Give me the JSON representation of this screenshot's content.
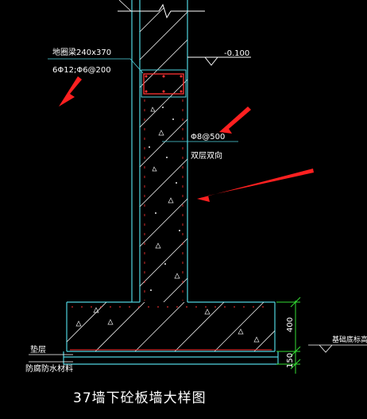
{
  "labels": {
    "ring_beam": "地圈梁240x370",
    "ring_beam_rebar": "6Φ12;Φ6@200",
    "level": "-0.100",
    "wall_rebar": "Φ8@500",
    "wall_rebar_note": "双层双向",
    "footing_height": "400",
    "cushion_height": "150",
    "cushion": "垫层",
    "cushion_material": "防腐防水材料",
    "right_note": "基础底标高",
    "caption": "37墙下砼板墙大样图"
  },
  "colors": {
    "background": "#000000",
    "outline": "#4fd4e0",
    "hatch": "#e8e8e8",
    "rebar": "#ff3333",
    "dimension": "#33dd33",
    "text": "#ffffff",
    "arrow": "#ff2020"
  }
}
